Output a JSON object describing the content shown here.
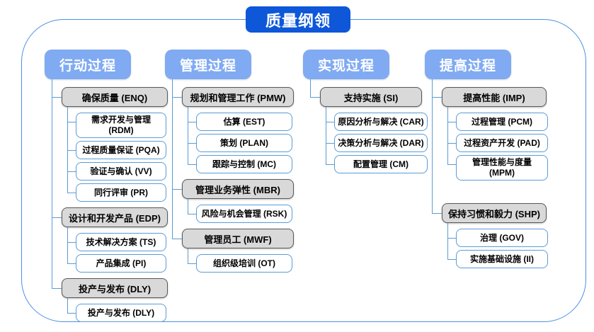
{
  "title": "质量纲领",
  "colors": {
    "title_bg": "#0d57d8",
    "header_bg": "#80aaf2",
    "gray_fill": "#d9d9d9",
    "gray_border": "#595959",
    "node_border": "#5b9bd5",
    "connector_line": "#5b9bd5",
    "frame_border": "#4a90e2"
  },
  "columns": [
    {
      "header": "行动过程",
      "groups": [
        {
          "label": "确保质量 (ENQ)",
          "children": [
            "需求开发与管理 (RDM)",
            "过程质量保证 (PQA)",
            "验证与确认 (VV)",
            "同行评审 (PR)"
          ]
        },
        {
          "label": "设计和开发产品 (EDP)",
          "children": [
            "技术解决方案 (TS)",
            "产品集成 (PI)"
          ]
        },
        {
          "label": "投产与发布 (DLY)",
          "children": [
            "投产与发布 (DLY)"
          ]
        }
      ]
    },
    {
      "header": "管理过程",
      "groups": [
        {
          "label": "规划和管理工作 (PMW)",
          "children": [
            "估算 (EST)",
            "策划 (PLAN)",
            "跟踪与控制 (MC)"
          ]
        },
        {
          "label": "管理业务弹性 (MBR)",
          "children": [
            "风险与机会管理 (RSK)"
          ]
        },
        {
          "label": "管理员工 (MWF)",
          "children": [
            "组织级培训 (OT)"
          ]
        }
      ]
    },
    {
      "header": "实现过程",
      "groups": [
        {
          "label": "支持实施 (SI)",
          "children": [
            "原因分析与解决 (CAR)",
            "决策分析与解决 (DAR)",
            "配置管理 (CM)"
          ]
        }
      ]
    },
    {
      "header": "提高过程",
      "groups": [
        {
          "label": "提高性能 (IMP)",
          "children": [
            "过程管理 (PCM)",
            "过程资产开发 (PAD)",
            "管理性能与度量\n(MPM)"
          ]
        },
        {
          "label": "保持习惯和毅力 (SHP)",
          "children": [
            "治理 (GOV)",
            "实施基础设施 (II)"
          ]
        }
      ]
    }
  ]
}
